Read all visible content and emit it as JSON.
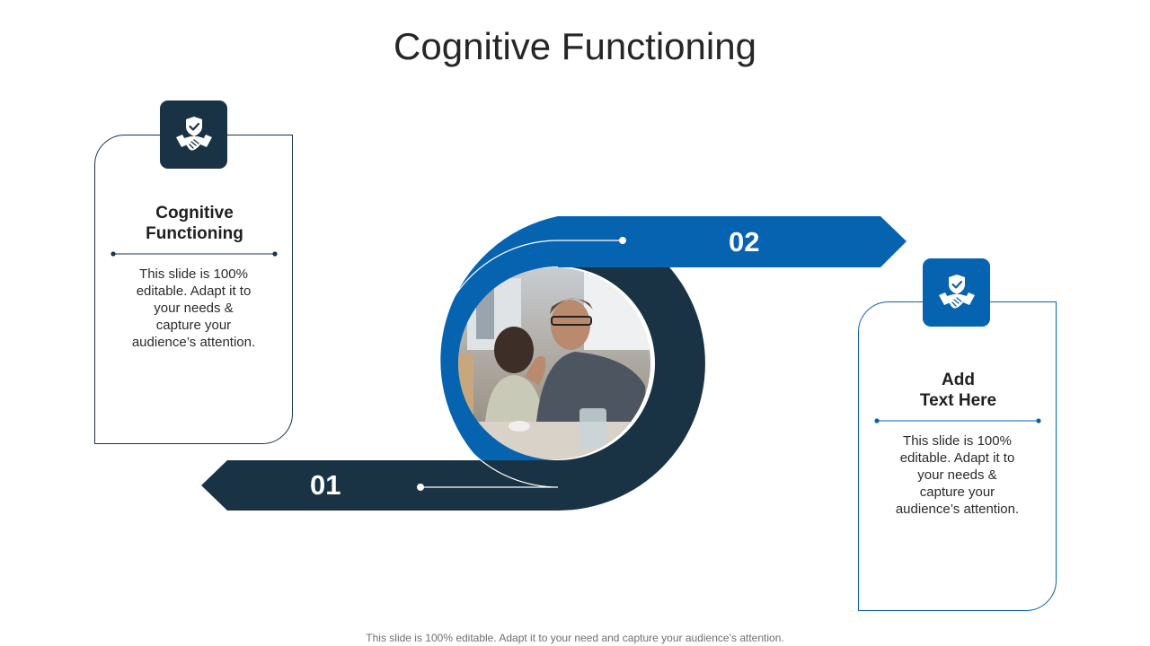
{
  "slide": {
    "title": "Cognitive Functioning",
    "footer": "This slide is 100% editable. Adapt it to your need and capture your audience’s attention."
  },
  "steps": [
    {
      "number": "01",
      "heading_line1": "Cognitive",
      "heading_line2": "Functioning",
      "body_lines": [
        "This slide is 100%",
        "editable. Adapt it to",
        "your needs &",
        "capture your",
        "audience’s attention."
      ],
      "icon": "handshake-shield-icon"
    },
    {
      "number": "02",
      "heading_line1": "Add",
      "heading_line2": "Text Here",
      "body_lines": [
        "This slide is 100%",
        "editable. Adapt it to",
        "your needs &",
        "capture your",
        "audience’s attention."
      ],
      "icon": "handshake-shield-icon"
    }
  ],
  "colors": {
    "dark": "#1a3344",
    "blue": "#0563b0",
    "white": "#ffffff"
  },
  "photo": {
    "subject": "people-in-meeting-photo"
  }
}
